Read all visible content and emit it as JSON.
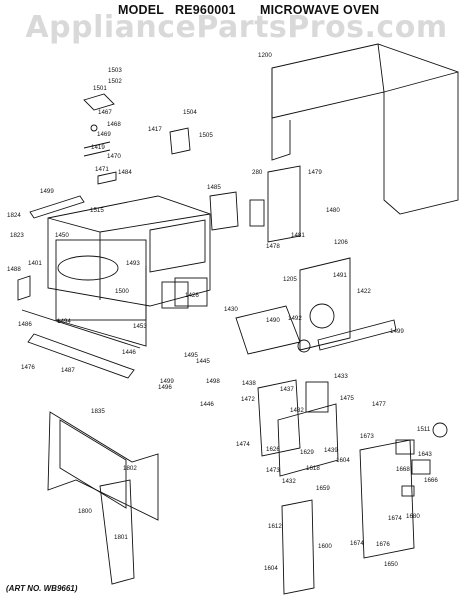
{
  "header": {
    "model_label": "MODEL",
    "model_number": "RE960001",
    "product": "MICROWAVE OVEN"
  },
  "watermark": "AppliancePartsPros.com",
  "art_number": "(ART NO. WB9661)",
  "part_numbers": [
    "1503",
    "1502",
    "1501",
    "1504",
    "1467",
    "1468",
    "1417",
    "1505",
    "1469",
    "1419",
    "1470",
    "1471",
    "1484",
    "1200",
    "1479",
    "1480",
    "280",
    "1485",
    "1499",
    "1515",
    "1478",
    "1481",
    "1206",
    "1824",
    "1823",
    "1450",
    "1401",
    "1493",
    "1488",
    "1500",
    "1491",
    "1422",
    "1205",
    "1426",
    "1430",
    "1490",
    "1492",
    "1499",
    "1486",
    "1494",
    "1453",
    "1446",
    "1495",
    "1476",
    "1487",
    "1445",
    "1499",
    "1496",
    "1498",
    "1446",
    "1438",
    "1437",
    "1433",
    "1472",
    "1482",
    "1475",
    "1477",
    "1474",
    "1626",
    "1629",
    "1473",
    "1439",
    "1673",
    "1511",
    "1643",
    "1835",
    "1802",
    "1604",
    "1618",
    "1432",
    "1659",
    "1668",
    "1666",
    "1680",
    "1674",
    "1800",
    "1612",
    "1801",
    "1604",
    "1600",
    "1674",
    "1676",
    "1650"
  ],
  "colors": {
    "ink": "#111111",
    "paper": "#ffffff",
    "watermark": "#7a7a7a"
  }
}
